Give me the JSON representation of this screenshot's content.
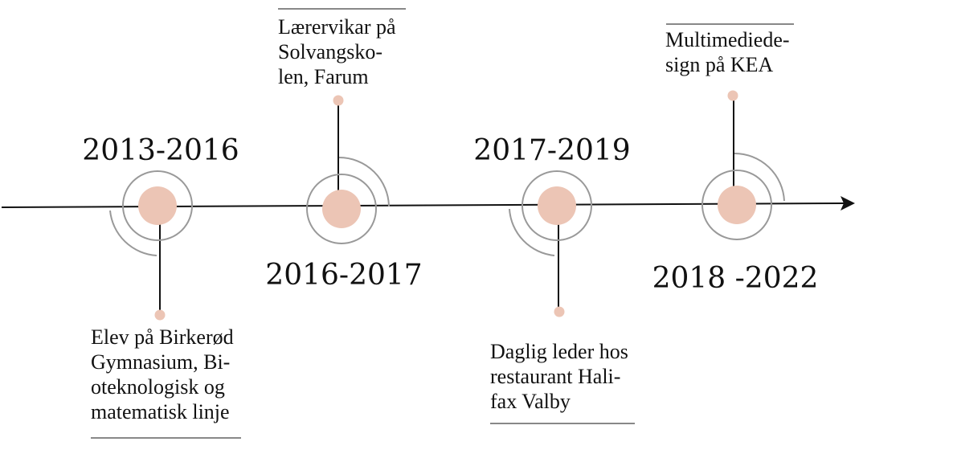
{
  "colors": {
    "axis": "#111111",
    "dot": "#ecc5b5",
    "ring": "#999999",
    "text": "#111111"
  },
  "events": [
    {
      "year": "2013-2016",
      "description": "Elev på Birkerød\nGymnasium, Bi-\noteknologisk og\nmatematisk linje"
    },
    {
      "year": "2016-2017",
      "description": "Lærervikar på\nSolvangsko-\nlen, Farum"
    },
    {
      "year": "2017-2019",
      "description": "Daglig leder hos\nrestaurant Hali-\nfax Valby"
    },
    {
      "year": "2018 -2022",
      "description": "Multimediede-\nsign på KEA"
    }
  ]
}
